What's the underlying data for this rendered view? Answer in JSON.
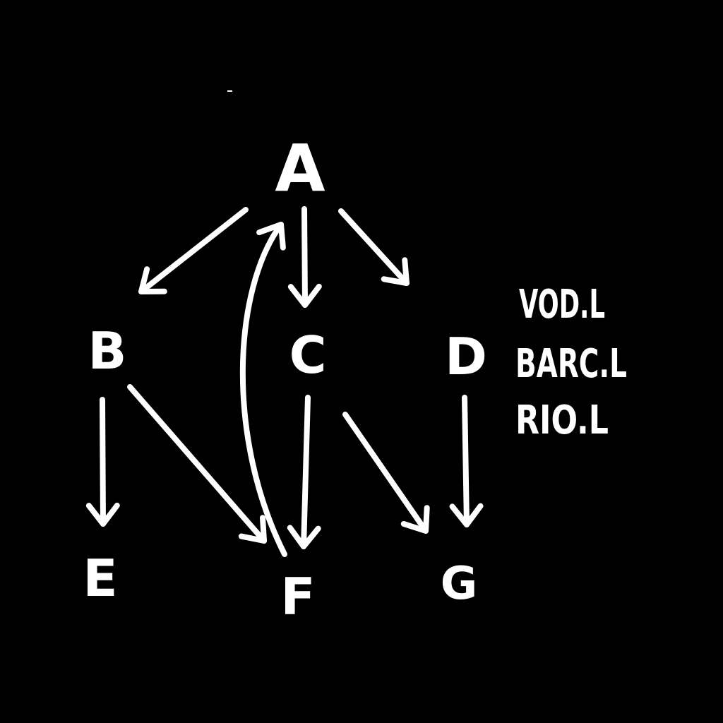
{
  "diagram": {
    "nodes": [
      {
        "id": "A",
        "label": "A"
      },
      {
        "id": "B",
        "label": "B"
      },
      {
        "id": "C",
        "label": "C"
      },
      {
        "id": "D",
        "label": "D"
      },
      {
        "id": "E",
        "label": "E"
      },
      {
        "id": "F",
        "label": "F"
      },
      {
        "id": "G",
        "label": "G"
      }
    ],
    "edges": [
      {
        "from": "A",
        "to": "B"
      },
      {
        "from": "A",
        "to": "C"
      },
      {
        "from": "A",
        "to": "D"
      },
      {
        "from": "B",
        "to": "E"
      },
      {
        "from": "B",
        "to": "F"
      },
      {
        "from": "C",
        "to": "F"
      },
      {
        "from": "C",
        "to": "G"
      },
      {
        "from": "D",
        "to": "G"
      },
      {
        "from": "F",
        "to": "A"
      }
    ],
    "side_labels": [
      "VOD.L",
      "BARC.L",
      "RIO.L"
    ],
    "colors": {
      "background": "#000000",
      "ink": "#ffffff"
    }
  }
}
